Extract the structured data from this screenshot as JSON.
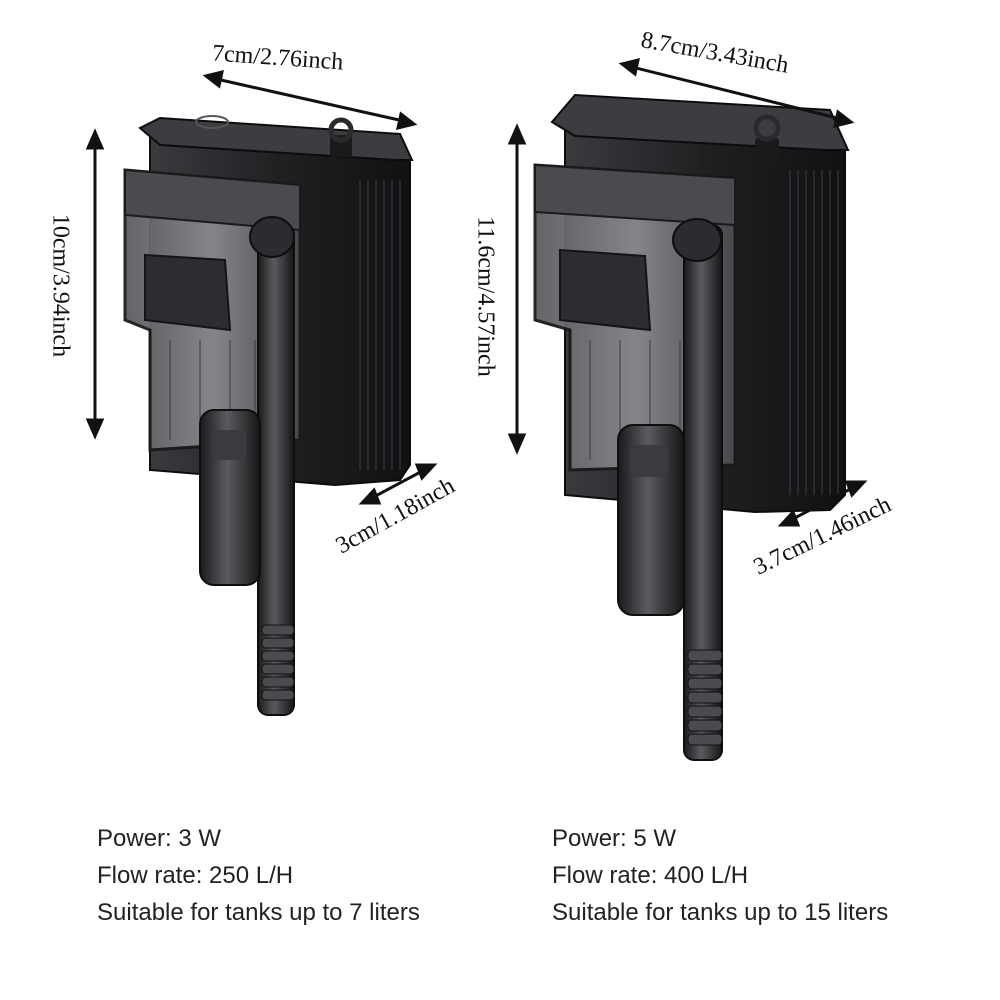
{
  "products": [
    {
      "dimensions": {
        "width": "7cm/2.76inch",
        "height": "10cm/3.94inch",
        "depth": "3cm/1.18inch"
      },
      "specs": {
        "power": "Power: 3 W",
        "flow": "Flow rate: 250 L/H",
        "tank": "Suitable for tanks up to 7 liters"
      }
    },
    {
      "dimensions": {
        "width": "8.7cm/3.43inch",
        "height": "11.6cm/4.57inch",
        "depth": "3.7cm/1.46inch"
      },
      "specs": {
        "power": "Power: 5 W",
        "flow": "Flow rate: 400 L/H",
        "tank": "Suitable for tanks up to 15 liters"
      }
    }
  ],
  "colors": {
    "body": "#2a2a2c",
    "body_dark": "#141416",
    "window": "#6f7074",
    "arrow": "#111111"
  }
}
